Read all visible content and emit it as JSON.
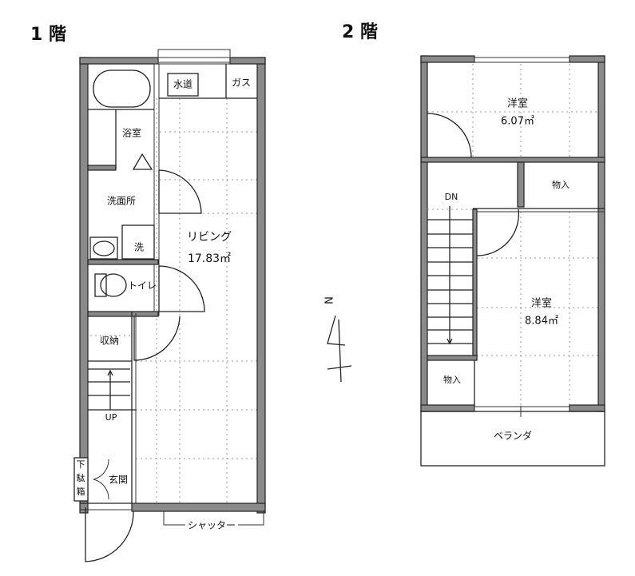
{
  "floor1": {
    "title": "1 階",
    "rooms": {
      "water": "水道",
      "gas": "ガス",
      "bath": "浴室",
      "washroom": "洗面所",
      "washer": "洗",
      "toilet": "トイレ",
      "living": "リビング",
      "living_area": "17.83㎡",
      "storage": "収納",
      "up": "UP",
      "entrance": "玄関",
      "shoe_box": [
        "下",
        "駄",
        "箱"
      ],
      "shutter": "シャッター"
    }
  },
  "floor2": {
    "title": "2 階",
    "rooms": {
      "room1": "洋室",
      "room1_area": "6.07㎡",
      "closet1": "物入",
      "down": "DN",
      "room2": "洋室",
      "room2_area": "8.84㎡",
      "closet2": "物入",
      "veranda": "ベランダ"
    }
  },
  "compass": {
    "north": "N"
  }
}
